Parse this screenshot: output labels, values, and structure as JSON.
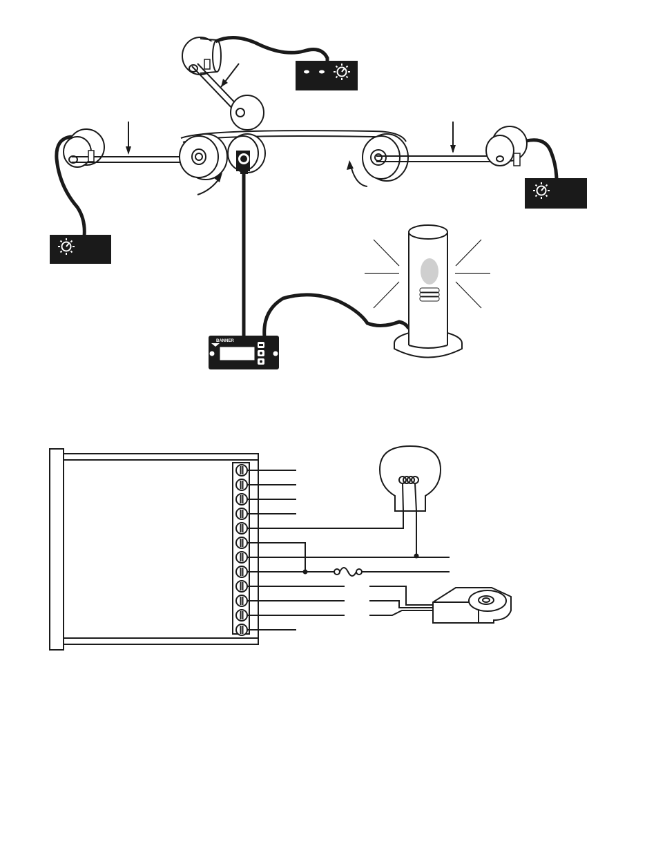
{
  "figure": {
    "top_illustration": {
      "controller_brand": "BANNER",
      "knob_boxes": [
        "unwind-brake-control",
        "center-control",
        "rewind-motor-control"
      ],
      "lamp": "alarm-beacon"
    },
    "wiring_diagram": {
      "terminal_count": 12,
      "components": [
        "controller-body",
        "terminal-strip",
        "incandescent-lamp",
        "fuse",
        "magnetic-pickup-sensor"
      ]
    }
  },
  "colors": {
    "ink": "#1a1a1a",
    "paper": "#ffffff",
    "lamp_glass": "#cfcfcf"
  }
}
